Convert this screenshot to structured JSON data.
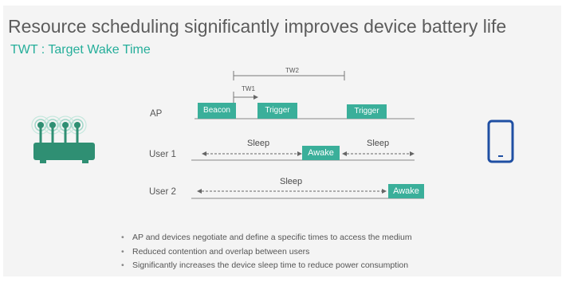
{
  "title": "Resource scheduling significantly improves device battery life",
  "subtitle": "TWT : Target Wake Time",
  "timeline": {
    "tw1": "TW1",
    "tw2": "TW2",
    "rows": {
      "ap": "AP",
      "user1": "User 1",
      "user2": "User 2"
    },
    "ap_slots": [
      "Beacon",
      "Trigger",
      "Trigger"
    ],
    "user1": {
      "sleep_before": "Sleep",
      "awake": "Awake",
      "sleep_after": "Sleep"
    },
    "user2": {
      "sleep": "Sleep",
      "awake": "Awake"
    }
  },
  "bullets": [
    "AP and devices negotiate and define a specific times to access the medium",
    "Reduced contention and overlap between users",
    "Significantly increases the device sleep time to reduce power consumption"
  ],
  "colors": {
    "accent": "#3aaf9a",
    "router": "#2f8f73",
    "phone": "#1f4fa3",
    "background": "#f4f4f4"
  },
  "icons": {
    "router": "wifi-router-icon",
    "phone": "smartphone-icon"
  }
}
